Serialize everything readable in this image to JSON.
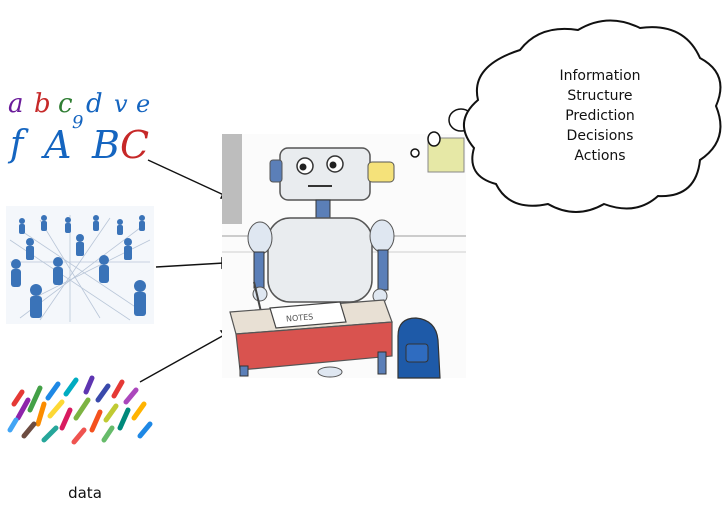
{
  "icons": {
    "letters": "handwritten-letters-icon",
    "network": "people-network-icon",
    "chromosomes": "chromosomes-icon",
    "robot": "robot-student-icon",
    "cloud": "thought-cloud-icon"
  },
  "letters_art": {
    "row1": [
      "a",
      "b",
      "c",
      "d",
      "v",
      "e"
    ],
    "row2": [
      "f",
      "A",
      "9",
      "B",
      "C"
    ]
  },
  "robot_art": {
    "notebook_text": "NOTES"
  },
  "thought": {
    "items": [
      "Information",
      "Structure",
      "Prediction",
      "Decisions",
      "Actions"
    ]
  },
  "data_label": "data",
  "colors": {
    "letter_red": "#c62828",
    "letter_green": "#2e7d32",
    "letter_blue": "#1565c0",
    "letter_purple": "#6a1b9a",
    "desk_top": "#e8e0d4",
    "desk_front": "#d9534f",
    "backpack": "#1e5aa8",
    "robot_body": "#e9ecef",
    "robot_joint": "#5b7fb8"
  }
}
